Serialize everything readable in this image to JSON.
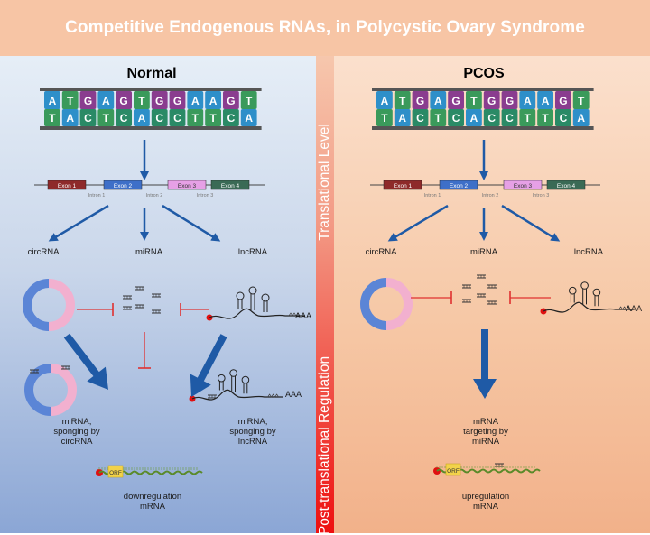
{
  "title": "Competitive Endogenous RNAs, in Polycystic Ovary Syndrome",
  "vertical_labels": {
    "translational": "Translational Level",
    "post_translational": "Post-translational Regulation"
  },
  "dna": {
    "top": [
      "A",
      "T",
      "G",
      "A",
      "G",
      "T",
      "G",
      "G",
      "A",
      "A",
      "G",
      "T"
    ],
    "bottom": [
      "T",
      "A",
      "C",
      "T",
      "C",
      "A",
      "C",
      "C",
      "T",
      "T",
      "C",
      "A"
    ]
  },
  "gene": {
    "exons": [
      "Exon 1",
      "Exon 2",
      "Exon 3",
      "Exon 4"
    ],
    "introns": [
      "Intron 1",
      "Intron 2",
      "Intron 3"
    ]
  },
  "rna_types": [
    "circRNA",
    "miRNA",
    "lncRNA"
  ],
  "tail": "AAA",
  "orf": "ORF",
  "normal": {
    "heading": "Normal",
    "circ_caption": [
      "miRNA,",
      "sponging by",
      "circRNA"
    ],
    "lnc_caption": [
      "miRNA,",
      "sponging by",
      "lncRNA"
    ],
    "outcome": [
      "downregulation",
      "mRNA"
    ]
  },
  "pcos": {
    "heading": "PCOS",
    "target_caption": [
      "mRNA",
      "targeting by",
      "miRNA"
    ],
    "outcome": [
      "upregulation",
      "mRNA"
    ]
  },
  "colors": {
    "A": "#2e8fc9",
    "T": "#3a9a5b",
    "G": "#8a3d8f",
    "C": "#2a8a66",
    "exon1": "#8e2a2a",
    "exon2": "#3e6fc8",
    "exon3": "#e6a0e6",
    "exon4": "#3a6a55",
    "arrow": "#1f5aa6",
    "inhibit": "#e03030",
    "circ_blue": "#5b85d6",
    "circ_pink": "#f2b0cf"
  }
}
